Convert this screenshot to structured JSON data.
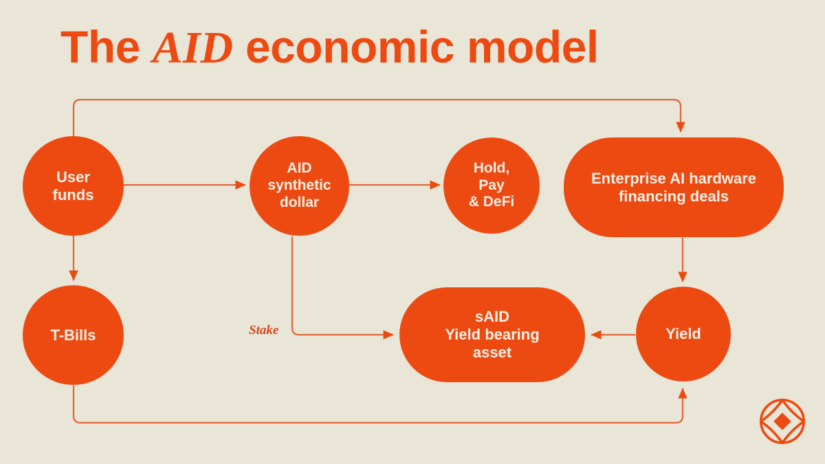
{
  "canvas": {
    "background_color": "#E9E6D8",
    "accent_color": "#ED4A12",
    "node_text_color": "#F7F1E6",
    "line_color": "#E0643A"
  },
  "title": {
    "prefix": "The ",
    "emphasis": "AID",
    "suffix": " economic model",
    "full": "The AID economic model"
  },
  "nodes": [
    {
      "id": "user-funds",
      "label": "User\nfunds",
      "shape": "circle"
    },
    {
      "id": "aid",
      "label": "AID\nsynthetic\ndollar",
      "shape": "circle"
    },
    {
      "id": "hold-pay-defi",
      "label": "Hold,\nPay\n& DeFi",
      "shape": "circle"
    },
    {
      "id": "enterprise",
      "label": "Enterprise AI hardware\nfinancing deals",
      "shape": "pill"
    },
    {
      "id": "t-bills",
      "label": "T-Bills",
      "shape": "circle"
    },
    {
      "id": "said",
      "label": "sAID\nYield bearing\nasset",
      "shape": "pill"
    },
    {
      "id": "yield",
      "label": "Yield",
      "shape": "circle"
    }
  ],
  "edges": [
    {
      "id": "user-funds-to-aid",
      "from": "user-funds",
      "to": "aid",
      "label": ""
    },
    {
      "id": "aid-to-hold-pay-defi",
      "from": "aid",
      "to": "hold-pay-defi",
      "label": ""
    },
    {
      "id": "user-funds-to-enterprise",
      "from": "user-funds",
      "to": "enterprise",
      "label": ""
    },
    {
      "id": "user-funds-to-t-bills",
      "from": "user-funds",
      "to": "t-bills",
      "label": ""
    },
    {
      "id": "aid-to-said",
      "from": "aid",
      "to": "said",
      "label": "Stake"
    },
    {
      "id": "enterprise-to-yield",
      "from": "enterprise",
      "to": "yield",
      "label": ""
    },
    {
      "id": "yield-to-said",
      "from": "yield",
      "to": "said",
      "label": ""
    },
    {
      "id": "t-bills-to-yield",
      "from": "t-bills",
      "to": "yield",
      "label": ""
    }
  ],
  "edge_labels": {
    "stake": "Stake"
  },
  "logo": {
    "name": "four-petal-circle-logo"
  }
}
